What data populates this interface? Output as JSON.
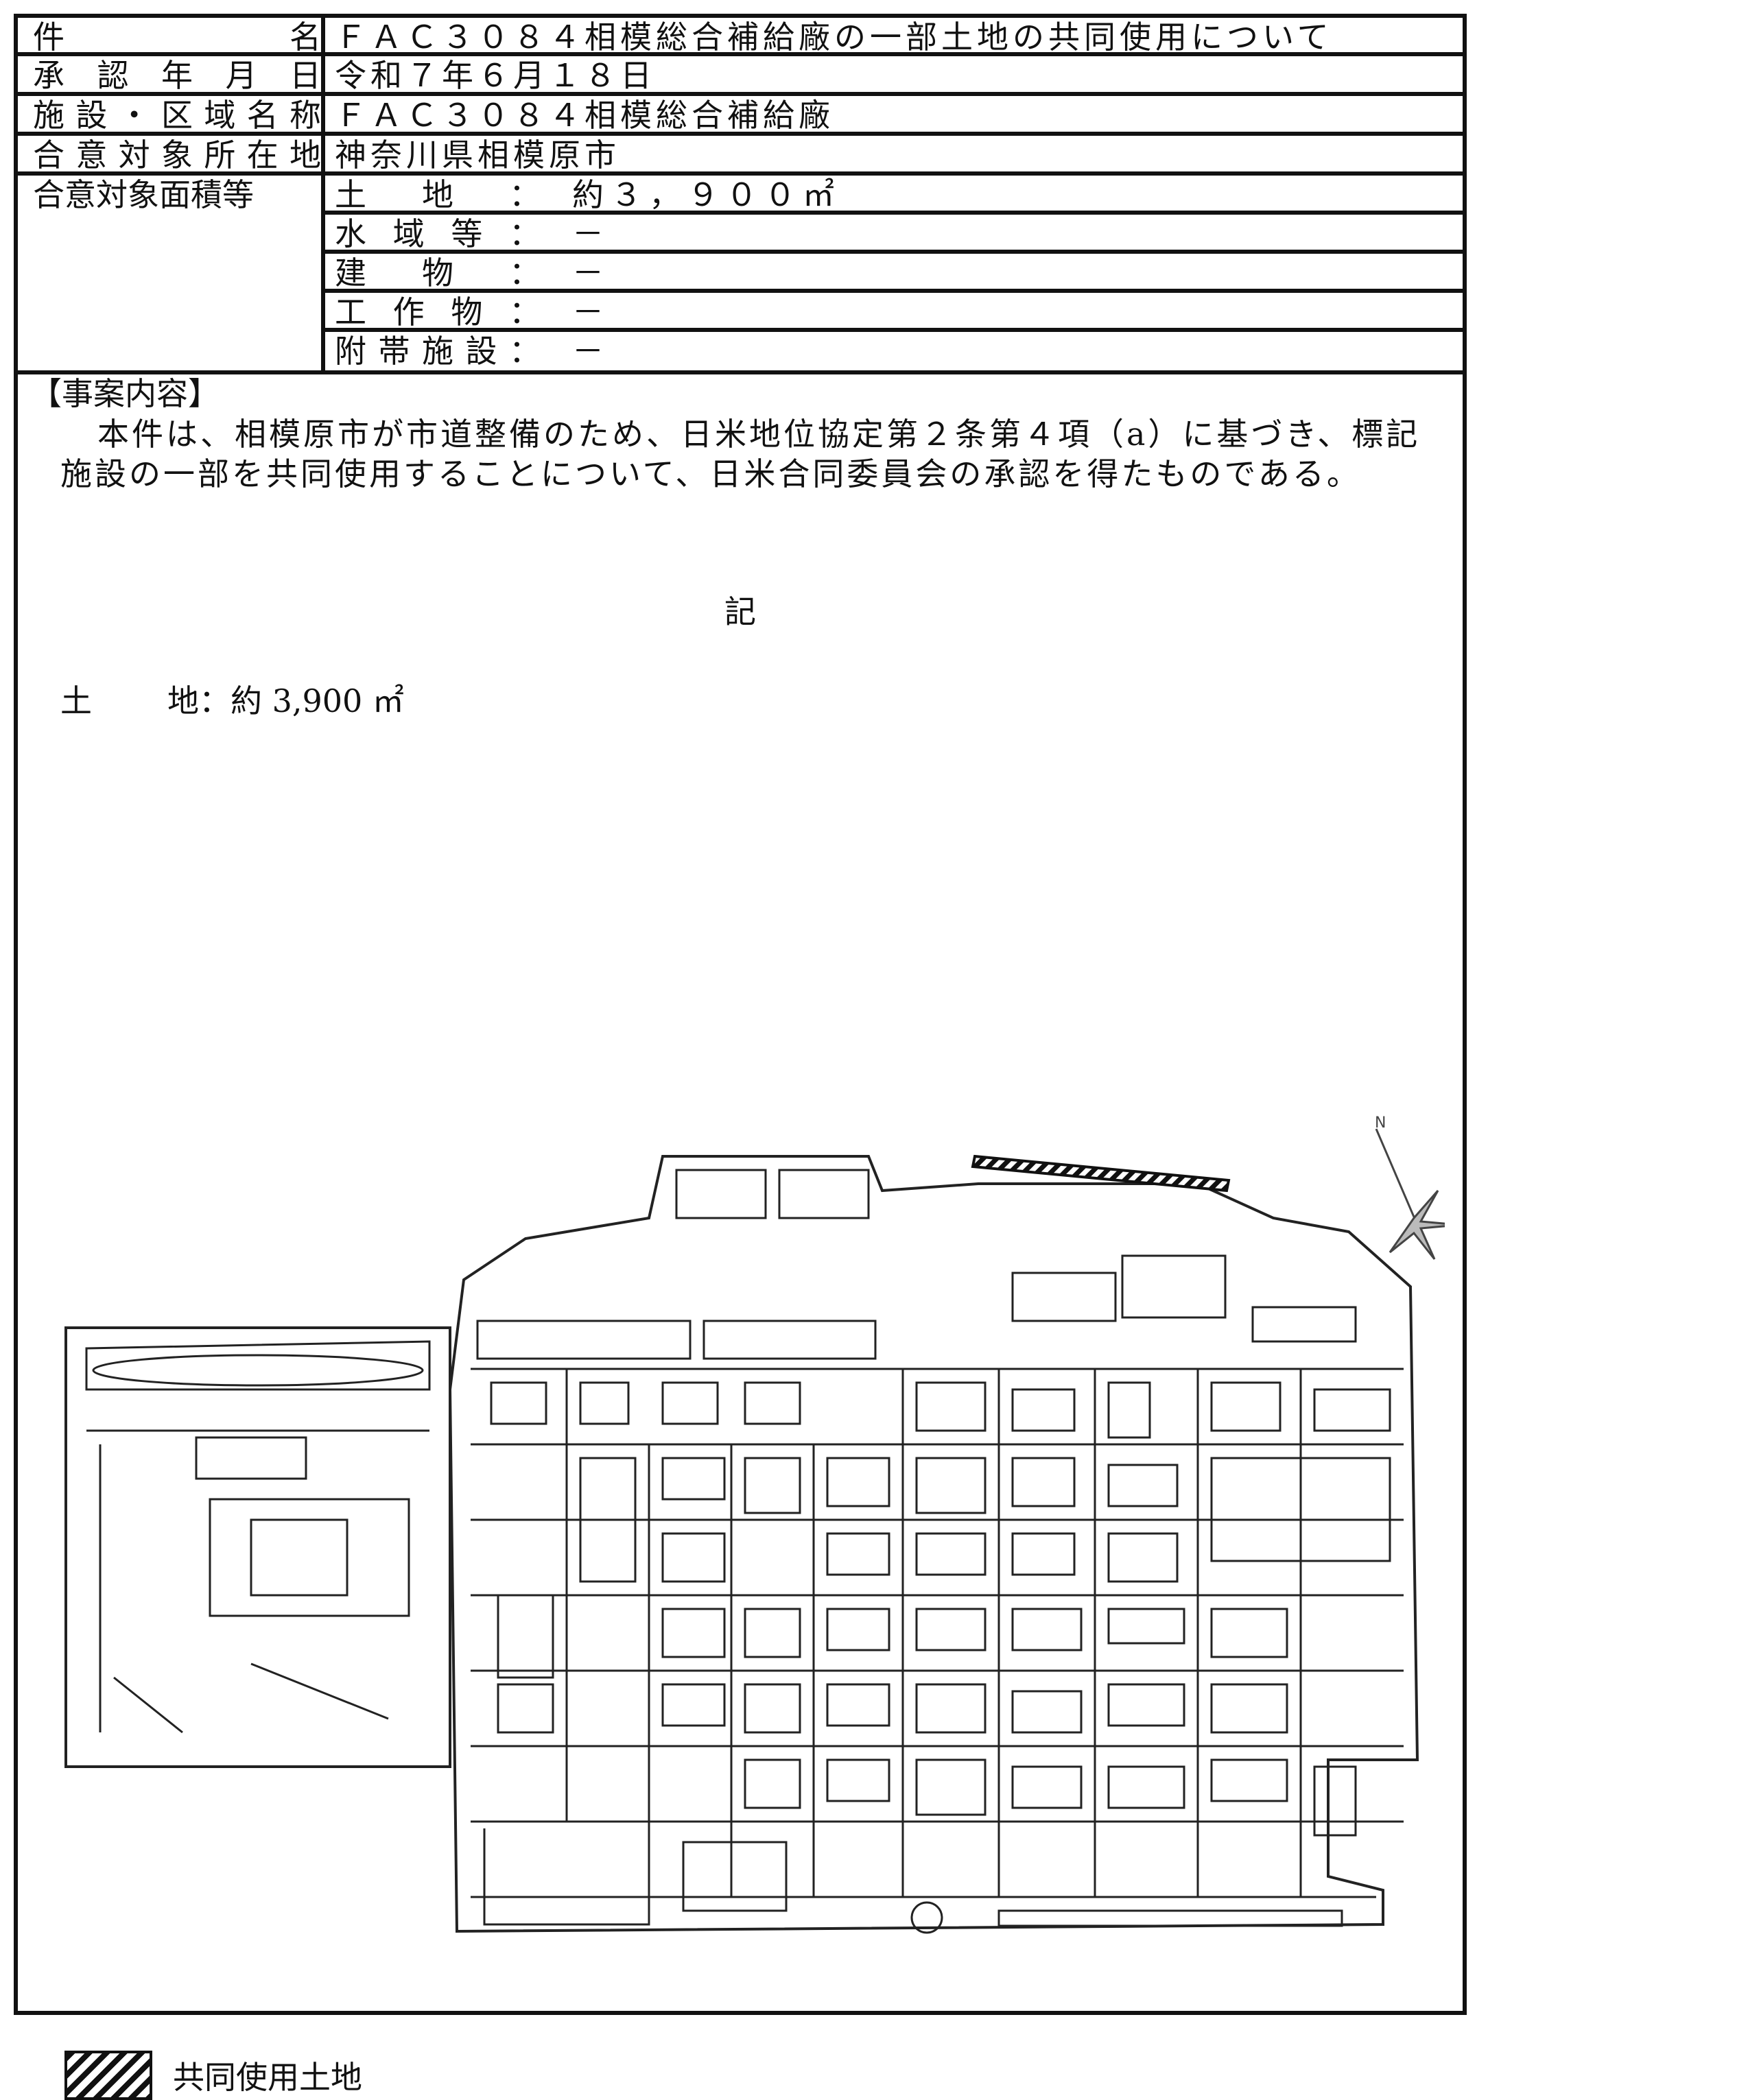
{
  "header_table": {
    "rows": [
      {
        "label_chars": [
          "件",
          "名"
        ],
        "value": "ＦＡＣ３０８４相模総合補給廠の一部土地の共同使用について"
      },
      {
        "label_chars": [
          "承",
          "認",
          "年",
          "月",
          "日"
        ],
        "value": "令和７年６月１８日"
      },
      {
        "label_chars": [
          "施",
          "設",
          "・",
          "区",
          "域",
          "名",
          "称"
        ],
        "value": "ＦＡＣ３０８４相模総合補給廠"
      },
      {
        "label_chars": [
          "合",
          "意",
          "対",
          "象",
          "所",
          "在",
          "地"
        ],
        "value": "神奈川県相模原市"
      }
    ],
    "area_label": "合意対象面積等",
    "area_items": [
      {
        "key_chars": [
          "土",
          "地"
        ],
        "value": "約３，９００㎡"
      },
      {
        "key_chars": [
          "水",
          "域",
          "等"
        ],
        "value": "－"
      },
      {
        "key_chars": [
          "建",
          "物"
        ],
        "value": "－"
      },
      {
        "key_chars": [
          "工",
          "作",
          "物"
        ],
        "value": "－"
      },
      {
        "key_chars": [
          "附",
          "帯",
          "施",
          "設"
        ],
        "value": "－"
      }
    ],
    "colon": "："
  },
  "content": {
    "heading": "【事案内容】",
    "paragraph": "本件は、相模原市が市道整備のため、日米地位協定第２条第４項（a）に基づき、標記施設の一部を共同使用することについて、日米合同委員会の承認を得たものである。",
    "ki": "記",
    "land_key_1": "土",
    "land_key_2": "地",
    "land_value": "：約 3,900 ㎡"
  },
  "map": {
    "north_label": "N",
    "hatch_color": "#111111"
  },
  "legend": {
    "label": "共同使用土地"
  }
}
